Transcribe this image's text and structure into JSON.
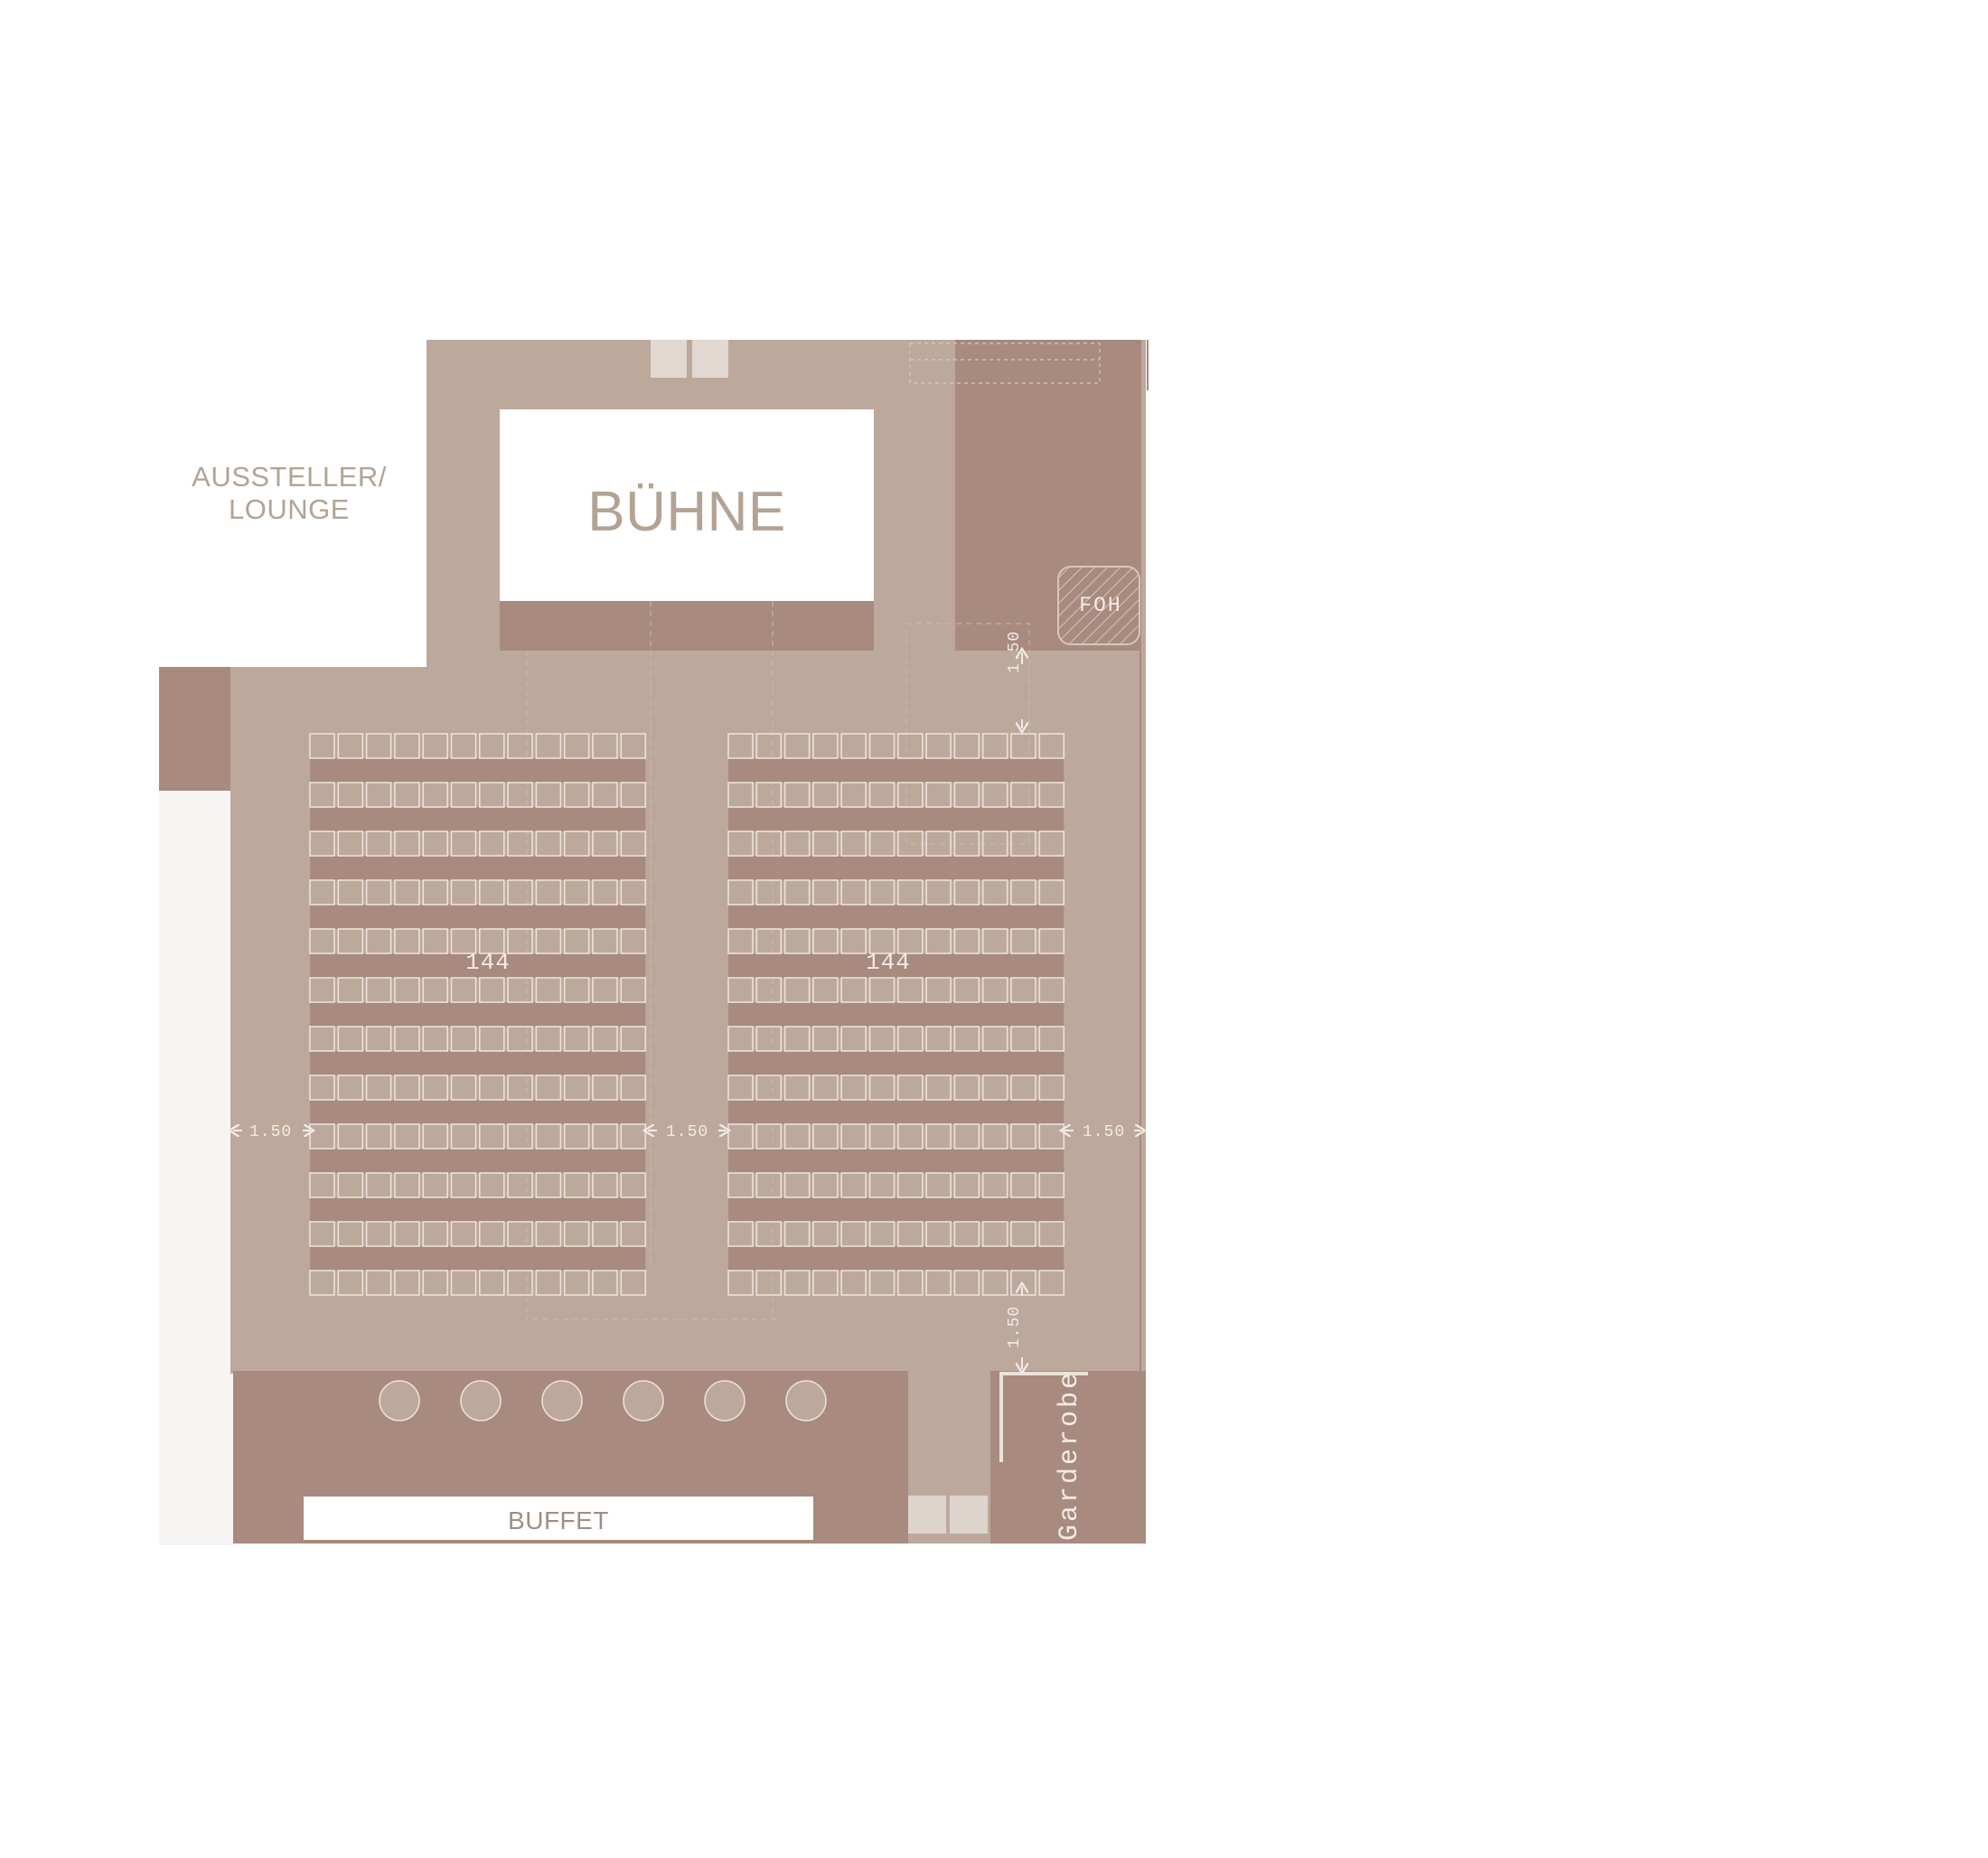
{
  "labels": {
    "aussteller": "AUSSTELLER/\nLOUNGE",
    "buehne": "BÜHNE",
    "buffet": "BUFFET",
    "foh": "FOH",
    "garderobe": "Garderobe"
  },
  "seating": {
    "left_block_count": "144",
    "right_block_count": "144",
    "rows_per_block": 12,
    "seats_per_row": 12
  },
  "dimensions": {
    "aisle_left": "1.50",
    "aisle_middle": "1.50",
    "aisle_right": "1.50",
    "clearance_top": "1.50",
    "clearance_bottom": "1.50"
  },
  "bar_tables": 6,
  "colors": {
    "floor": "#bda89c",
    "dark": "#a88a7e",
    "seat_outline": "#ece2db",
    "label": "#b2a394",
    "background": "#ffffff"
  }
}
